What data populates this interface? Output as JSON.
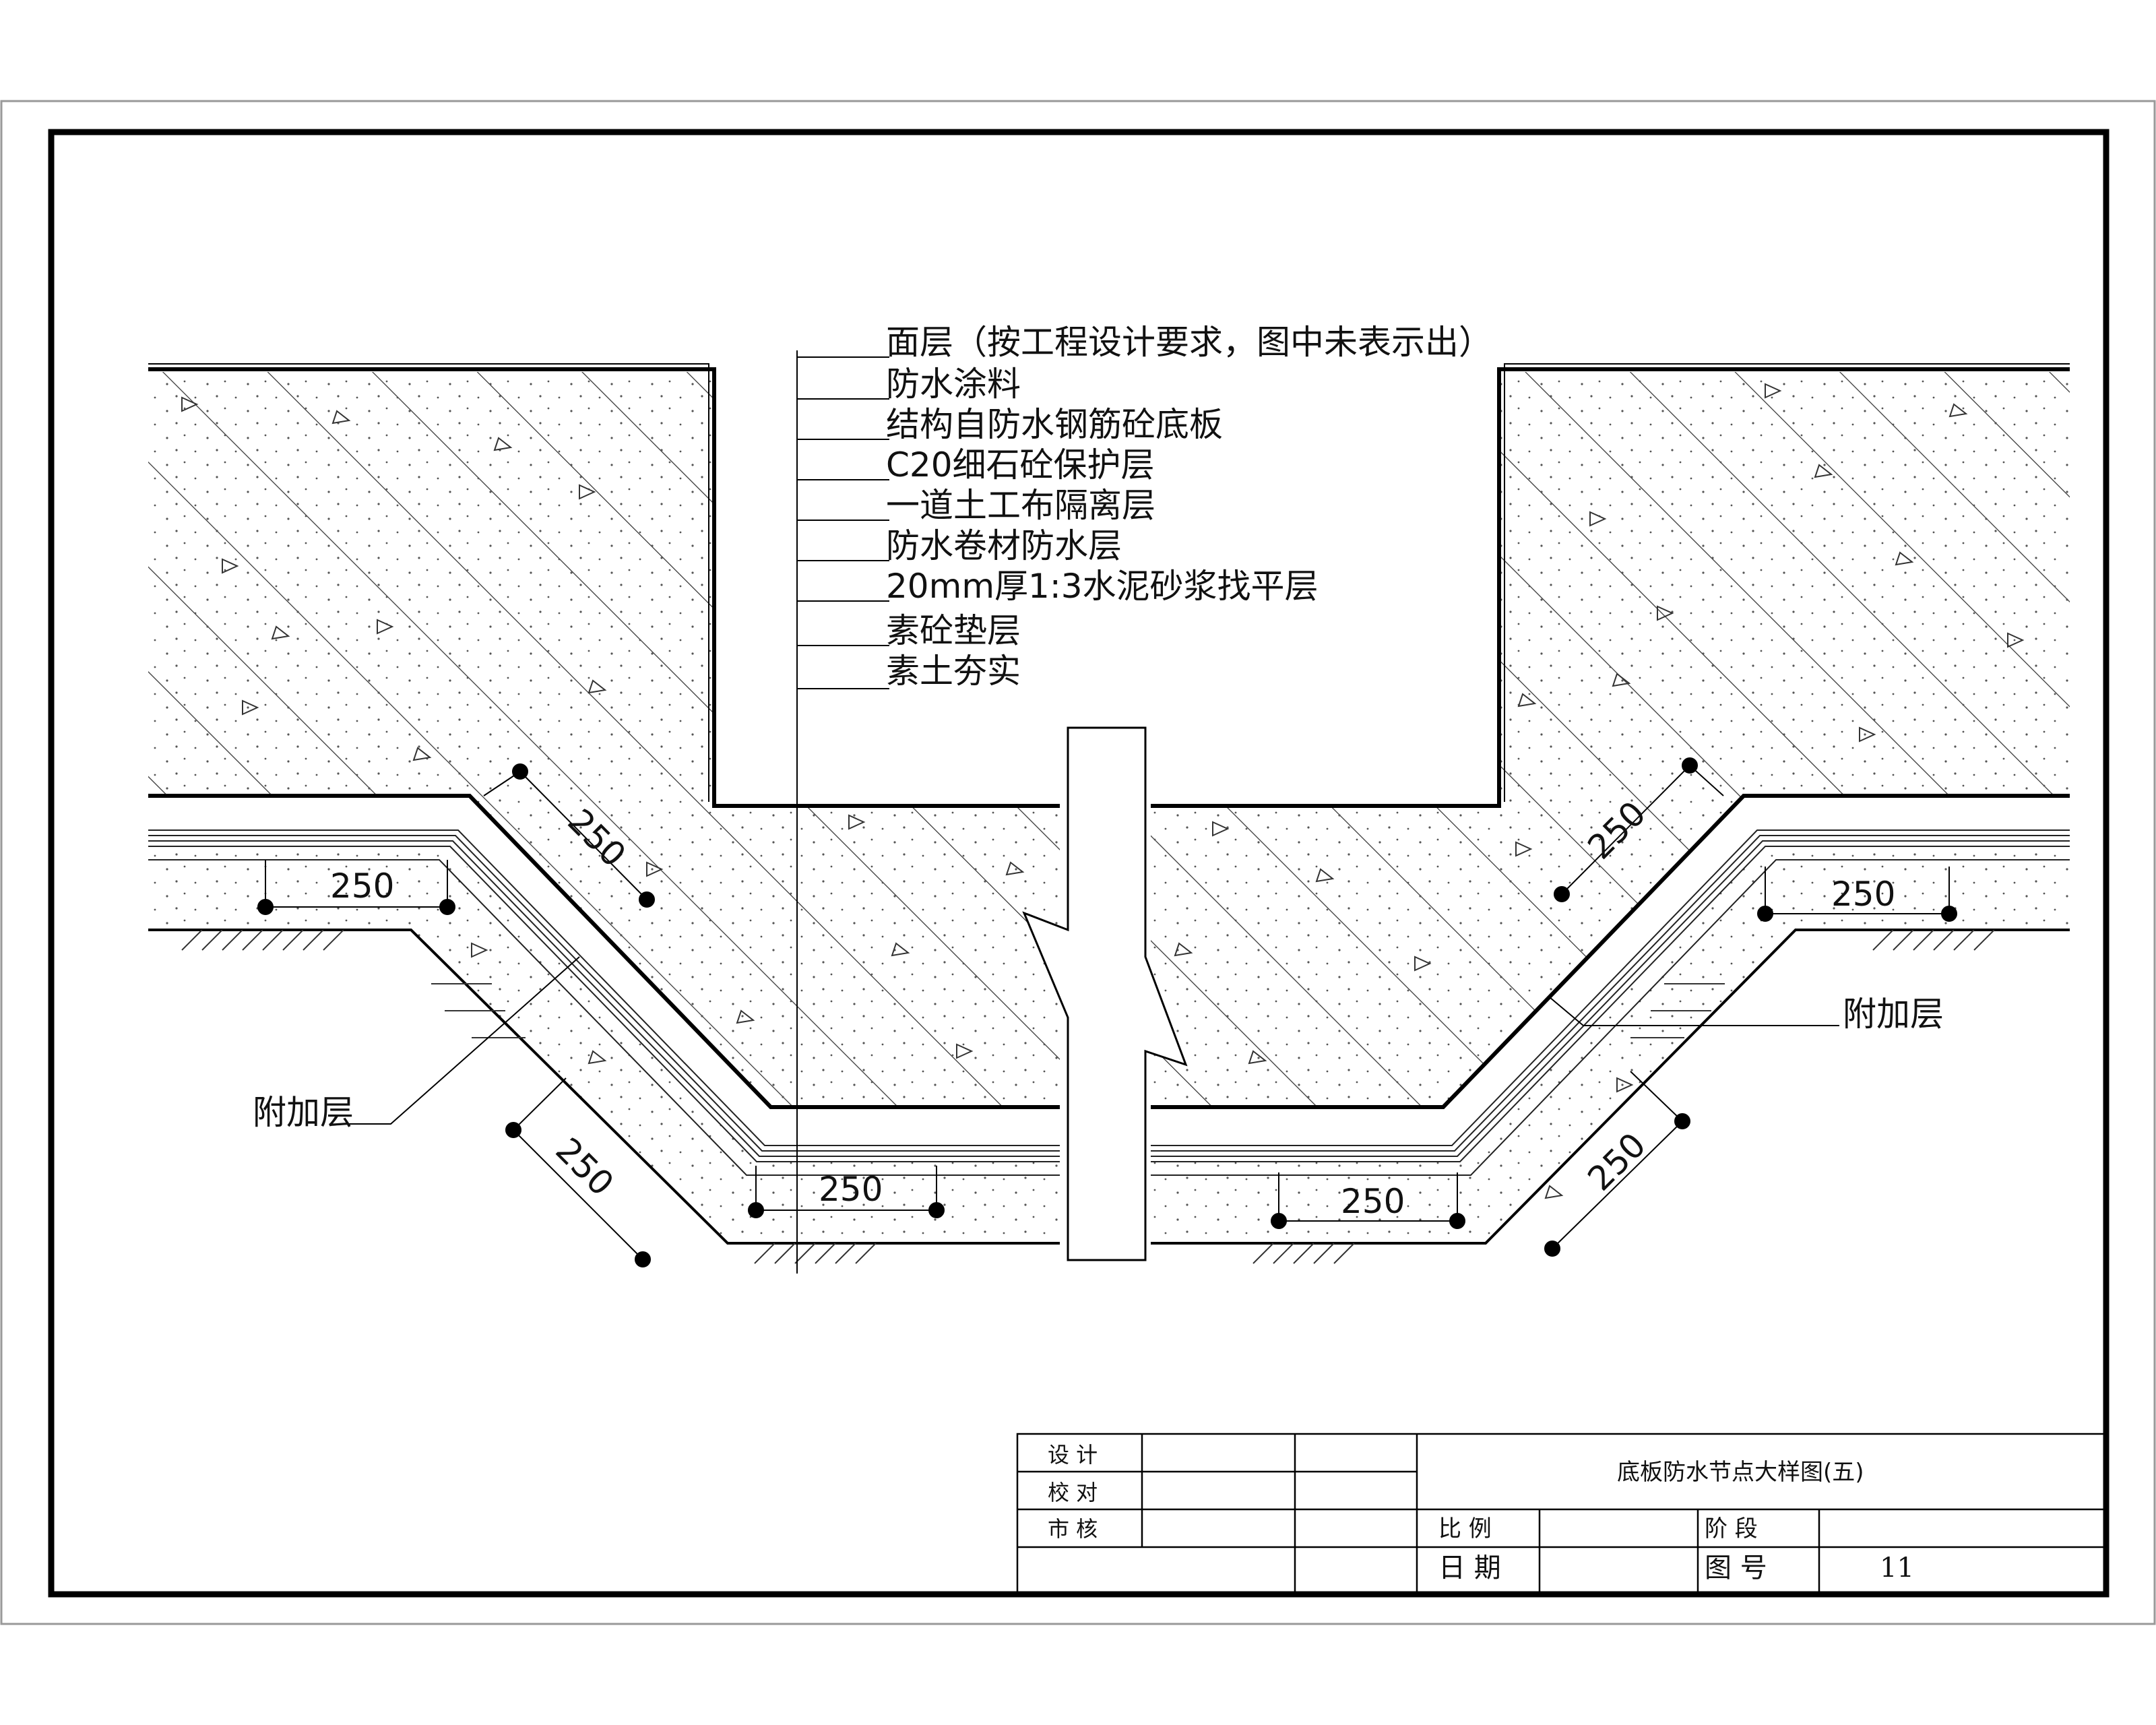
{
  "layer_labels": [
    "面层（按工程设计要求，图中未表示出）",
    "防水涂料",
    "结构自防水钢筋砼底板",
    "C20细石砼保护层",
    "一道土工布隔离层",
    "防水卷材防水层",
    "20mm厚1:3水泥砂浆找平层",
    "素砼垫层",
    "素土夯实"
  ],
  "dimensions": {
    "left_slope_top": "250",
    "left_flat_top": "250",
    "left_slope_bottom": "250",
    "left_flat_bottom": "250",
    "right_slope_top": "250",
    "right_flat_top": "250",
    "right_slope_bottom": "250",
    "right_flat_bottom": "250"
  },
  "callouts": {
    "left": "附加层",
    "right": "附加层"
  },
  "title_block": {
    "design": "设 计",
    "check": "校 对",
    "review": "市 核",
    "title": "底板防水节点大样图(五)",
    "scale_label": "比 例",
    "stage_label": "阶 段",
    "date_label": "日 期",
    "drawing_no_label": "图 号",
    "drawing_no": "11"
  }
}
